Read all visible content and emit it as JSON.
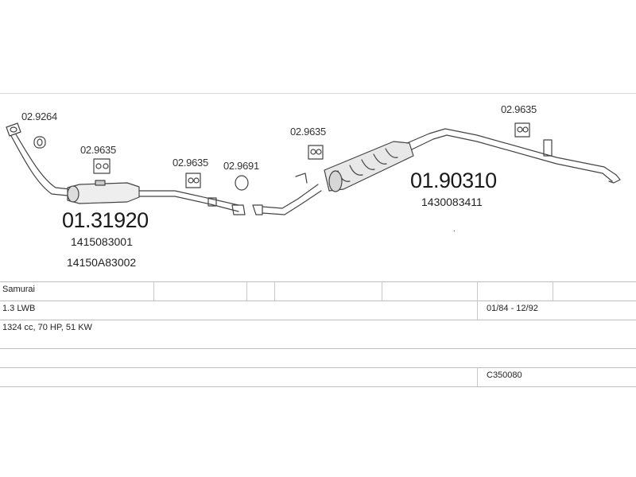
{
  "parts": {
    "p1": "02.9264",
    "p2": "02.9635",
    "p3": "02.9635",
    "p4": "02.9691",
    "p5": "02.9635",
    "p6": "02.9635",
    "front_part": "01.31920",
    "front_oem1": "1415083001",
    "front_oem2": "14150A83002",
    "rear_part": "01.90310",
    "rear_oem": "1430083411"
  },
  "table": {
    "row1": [
      "Samurai",
      "",
      "",
      "",
      "",
      "",
      ""
    ],
    "row2": [
      "1.3 LWB",
      "01/84 - 12/92"
    ],
    "row3": [
      "1324 cc, 70 HP, 51 KW"
    ],
    "row4": [
      ""
    ],
    "row5": [
      "",
      "C350080"
    ]
  }
}
